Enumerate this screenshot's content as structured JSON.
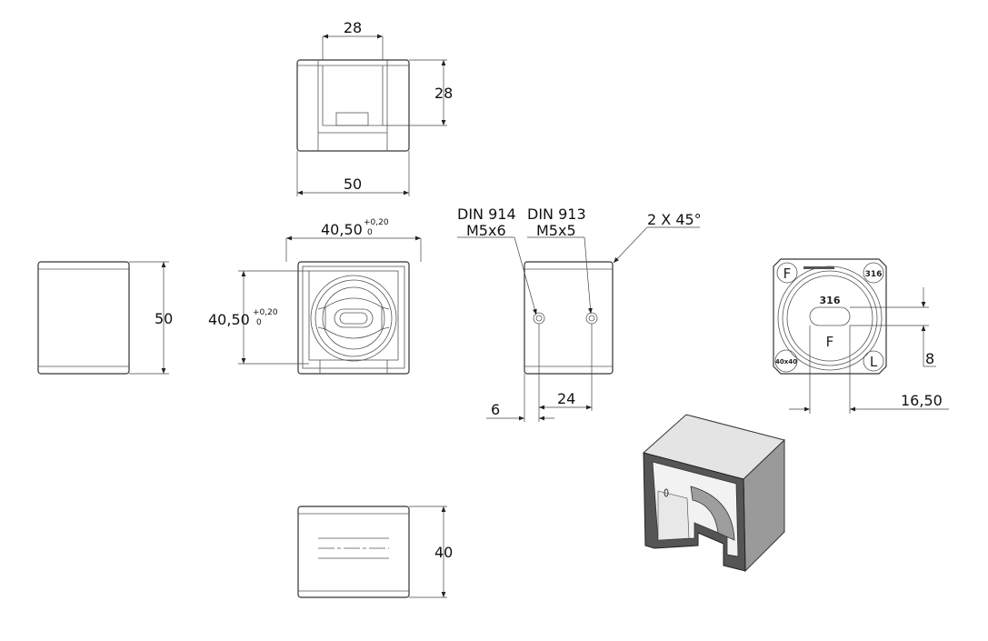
{
  "top_view": {
    "dim_width_top": "28",
    "dim_height_right": "28",
    "dim_width_bottom": "50"
  },
  "front_view": {
    "dim_width": "40,50",
    "dim_width_tol_upper": "+0,20",
    "dim_width_tol_lower": "0",
    "dim_height": "40,50",
    "dim_height_tol_upper": "+0,20",
    "dim_height_tol_lower": "0"
  },
  "left_view": {
    "dim_height": "50"
  },
  "side_view": {
    "screw_1_standard": "DIN 914",
    "screw_1_size": "M5x6",
    "screw_2_standard": "DIN 913",
    "screw_2_size": "M5x5",
    "chamfer_callout": "2 X 45°",
    "dim_offset": "6",
    "dim_spacing": "24"
  },
  "marking_view": {
    "mark_F_top": "F",
    "mark_316_top": "316",
    "mark_316_center": "316",
    "mark_F_center": "F",
    "mark_40x40": "40x40",
    "mark_L": "L",
    "dim_slot_height": "8",
    "dim_slot_width": "16,50"
  },
  "bottom_view": {
    "dim_height": "40"
  }
}
